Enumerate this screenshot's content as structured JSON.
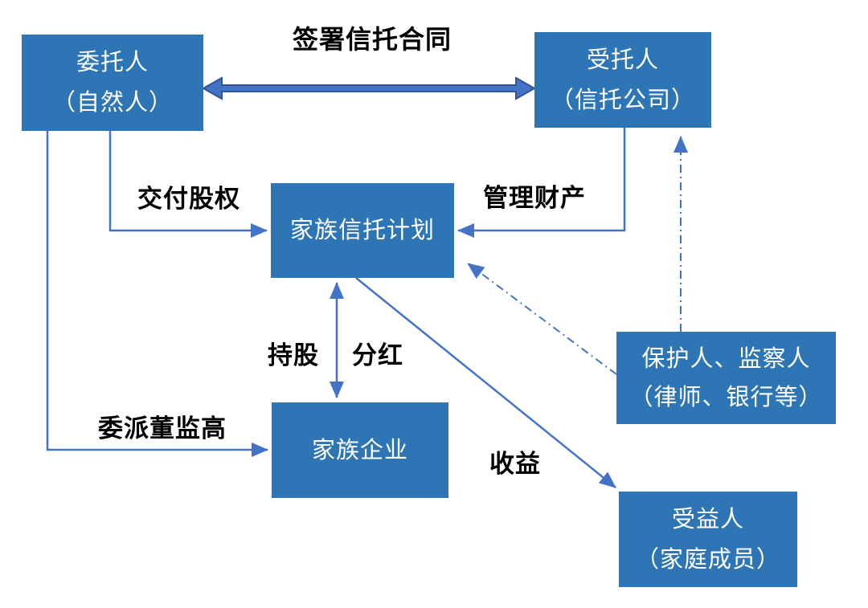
{
  "colors": {
    "box_fill": "#2E75B6",
    "box_text": "#FFFFFF",
    "connector_color": "#4472C4",
    "thick_arrow_fill": "#4472C4",
    "thick_arrow_outline": "#2F5597",
    "label_color": "#000000",
    "background": "#FFFFFF"
  },
  "diagram": {
    "nodes": {
      "client": {
        "line1": "委托人",
        "line2": "（自然人）"
      },
      "trustee": {
        "line1": "受托人",
        "line2": "（信托公司）"
      },
      "trust_plan": {
        "line1": "家族信托计划"
      },
      "family_company": {
        "line1": "家族企业"
      },
      "protector": {
        "line1": "保护人、监察人",
        "line2": "（律师、银行等）"
      },
      "beneficiary": {
        "line1": "受益人",
        "line2": "（家庭成员）"
      }
    },
    "edge_labels": {
      "sign_contract": "签署信托合同",
      "deliver_equity": "交付股权",
      "manage_property": "管理财产",
      "hold_shares": "持股",
      "dividends": "分红",
      "appoint_executives": "委派董监高",
      "income": "收益"
    }
  }
}
